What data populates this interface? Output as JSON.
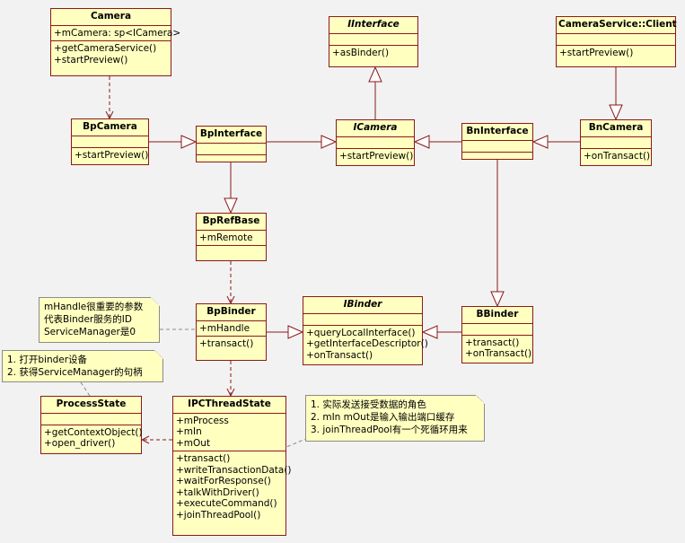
{
  "classes": {
    "camera": {
      "title": "Camera",
      "attrs": [
        "+mCamera: sp<ICamera>"
      ],
      "ops": [
        "+getCameraService()",
        "+startPreview()"
      ]
    },
    "iinterface": {
      "title": "IInterface",
      "attrs": [],
      "ops": [
        "+asBinder()"
      ]
    },
    "camera_service_client": {
      "title": "CameraService::Client",
      "attrs": [],
      "ops": [
        "+startPreview()"
      ]
    },
    "bp_camera": {
      "title": "BpCamera",
      "attrs": [],
      "ops": [
        "+startPreview()"
      ]
    },
    "bp_interface": {
      "title": "BpInterface",
      "attrs": [],
      "ops": []
    },
    "icamera": {
      "title": "ICamera",
      "attrs": [],
      "ops": [
        "+startPreview()"
      ]
    },
    "bn_interface": {
      "title": "BnInterface",
      "attrs": [],
      "ops": []
    },
    "bn_camera": {
      "title": "BnCamera",
      "attrs": [],
      "ops": [
        "+onTransact()"
      ]
    },
    "bp_ref_base": {
      "title": "BpRefBase",
      "attrs": [
        "+mRemote"
      ],
      "ops": []
    },
    "bp_binder": {
      "title": "BpBinder",
      "attrs": [
        "+mHandle"
      ],
      "ops": [
        "+transact()"
      ]
    },
    "ibinder": {
      "title": "IBinder",
      "attrs": [],
      "ops": [
        "+queryLocalInterface()",
        "+getInterfaceDescriptor()",
        "+onTransact()"
      ]
    },
    "bbinder": {
      "title": "BBinder",
      "attrs": [],
      "ops": [
        "+transact()",
        "+onTransact()"
      ]
    },
    "process_state": {
      "title": "ProcessState",
      "attrs": [],
      "ops": [
        "+getContextObject()",
        "+open_driver()"
      ]
    },
    "ipc_thread_state": {
      "title": "IPCThreadState",
      "attrs": [
        "+mProcess",
        "+mIn",
        "+mOut"
      ],
      "ops": [
        "+transact()",
        "+writeTransactionData()",
        "+waitForResponse()",
        "+talkWithDriver()",
        "+executeCommand()",
        "+joinThreadPool()"
      ]
    }
  },
  "notes": {
    "mhandle": [
      "mHandle很重要的参数",
      "代表Binder服务的ID",
      "ServiceManager是0"
    ],
    "process_state": [
      "1. 打开binder设备",
      "2. 获得ServiceManager的句柄"
    ],
    "ipc": [
      "1. 实际发送接受数据的角色",
      "2. mIn mOut是输入输出端口缓存",
      "3. joinThreadPool有一个死循环用来"
    ]
  },
  "colors": {
    "class_fill": "#ffffc0",
    "class_border": "#8b1a1a",
    "background": "#f2f2f2",
    "note_border": "#8b8b8b"
  }
}
